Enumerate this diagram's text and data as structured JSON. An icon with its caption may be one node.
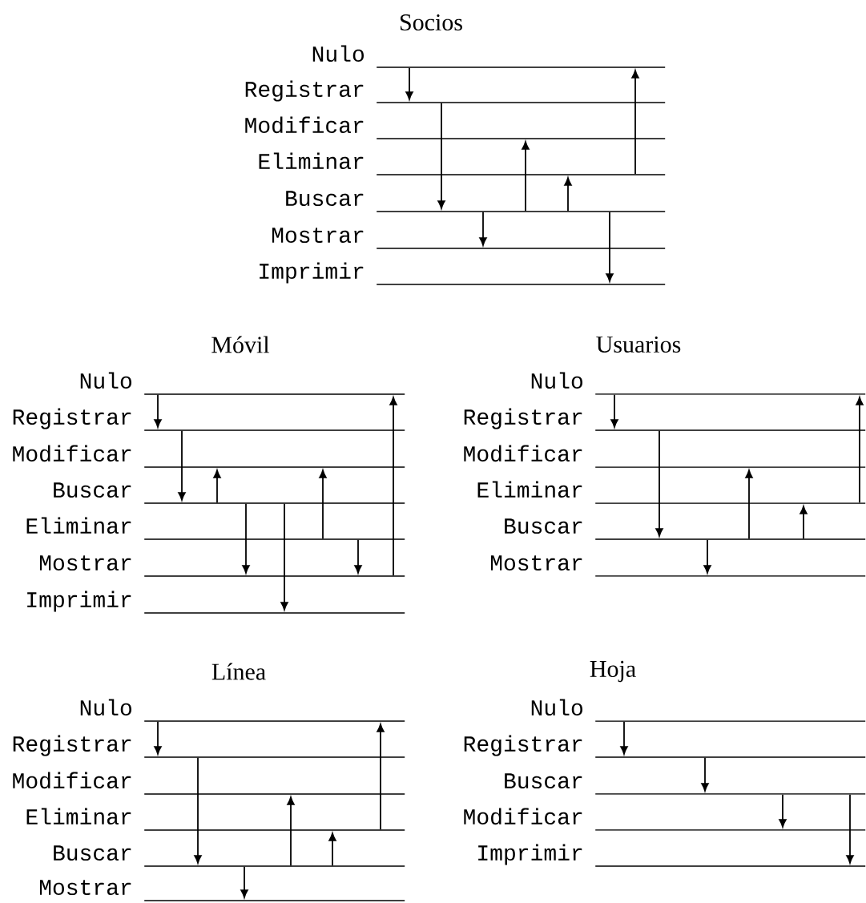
{
  "diagram": {
    "nodes": [
      {
        "text": [
          "Nulo"
        ]
      },
      {
        "text": [
          "Registrar"
        ]
      },
      {
        "text": [
          "Modificar"
        ]
      },
      {
        "text": [
          "Eliminar"
        ]
      },
      {
        "text": [
          "Buscar"
        ]
      },
      {
        "text": [
          "Mostrar"
        ]
      },
      {
        "text": [
          "Imprimir"
        ]
      },
      {
        "text": [
          "Nulo"
        ]
      },
      {
        "text": [
          "Registrar"
        ]
      },
      {
        "text": [
          "Modificar"
        ]
      },
      {
        "text": [
          "Buscar"
        ]
      },
      {
        "text": [
          "Eliminar"
        ]
      },
      {
        "text": [
          "Mostrar"
        ]
      },
      {
        "text": [
          "Imprimir"
        ]
      },
      {
        "text": [
          "Nulo"
        ]
      },
      {
        "text": [
          "Registrar"
        ]
      },
      {
        "text": [
          "Modificar"
        ]
      },
      {
        "text": [
          "Eliminar"
        ]
      },
      {
        "text": [
          "Buscar"
        ]
      },
      {
        "text": [
          "Mostrar"
        ]
      },
      {
        "text": [
          "Nulo"
        ]
      },
      {
        "text": [
          "Registrar"
        ]
      },
      {
        "text": [
          "Modificar"
        ]
      },
      {
        "text": [
          "Eliminar"
        ]
      },
      {
        "text": [
          "Buscar"
        ]
      },
      {
        "text": [
          "Mostrar"
        ]
      },
      {
        "text": [
          "Nulo"
        ]
      },
      {
        "text": [
          "Registrar"
        ]
      },
      {
        "text": [
          "Buscar"
        ]
      },
      {
        "text": [
          "Modificar"
        ]
      },
      {
        "text": [
          "Imprimir"
        ]
      }
    ],
    "edges": [
      {
        "from": 0,
        "to": 1,
        "arrow": "to"
      },
      {
        "from": 1,
        "to": 4,
        "arrow": "to"
      },
      {
        "from": 4,
        "to": 5,
        "arrow": "to"
      },
      {
        "from": 4,
        "to": 2,
        "arrow": "to"
      },
      {
        "from": 4,
        "to": 3,
        "arrow": "to"
      },
      {
        "from": 4,
        "to": 6,
        "arrow": "to"
      },
      {
        "from": 3,
        "to": 0,
        "arrow": "to"
      },
      {
        "from": 7,
        "to": 8,
        "arrow": "to"
      },
      {
        "from": 8,
        "to": 10,
        "arrow": "to"
      },
      {
        "from": 10,
        "to": 9,
        "arrow": "to"
      },
      {
        "from": 10,
        "to": 12,
        "arrow": "to"
      },
      {
        "from": 10,
        "to": 13,
        "arrow": "to"
      },
      {
        "from": 11,
        "to": 9,
        "arrow": "to"
      },
      {
        "from": 11,
        "to": 12,
        "arrow": "to"
      },
      {
        "from": 12,
        "to": 7,
        "arrow": "to"
      },
      {
        "from": 14,
        "to": 15,
        "arrow": "to"
      },
      {
        "from": 15,
        "to": 18,
        "arrow": "to"
      },
      {
        "from": 18,
        "to": 19,
        "arrow": "to"
      },
      {
        "from": 18,
        "to": 16,
        "arrow": "to"
      },
      {
        "from": 18,
        "to": 17,
        "arrow": "to"
      },
      {
        "from": 17,
        "to": 14,
        "arrow": "to"
      },
      {
        "from": 20,
        "to": 21,
        "arrow": "to"
      },
      {
        "from": 21,
        "to": 24,
        "arrow": "to"
      },
      {
        "from": 24,
        "to": 25,
        "arrow": "to"
      },
      {
        "from": 24,
        "to": 22,
        "arrow": "to"
      },
      {
        "from": 24,
        "to": 23,
        "arrow": "to"
      },
      {
        "from": 23,
        "to": 20,
        "arrow": "to"
      },
      {
        "from": 26,
        "to": 27,
        "arrow": "to"
      },
      {
        "from": 27,
        "to": 28,
        "arrow": "to"
      },
      {
        "from": 28,
        "to": 29,
        "arrow": "to"
      },
      {
        "from": 28,
        "to": 30,
        "arrow": "to"
      }
    ],
    "labels": [
      "Socios",
      "Móvil",
      "Usuarios",
      "Línea",
      "Hoja"
    ]
  }
}
